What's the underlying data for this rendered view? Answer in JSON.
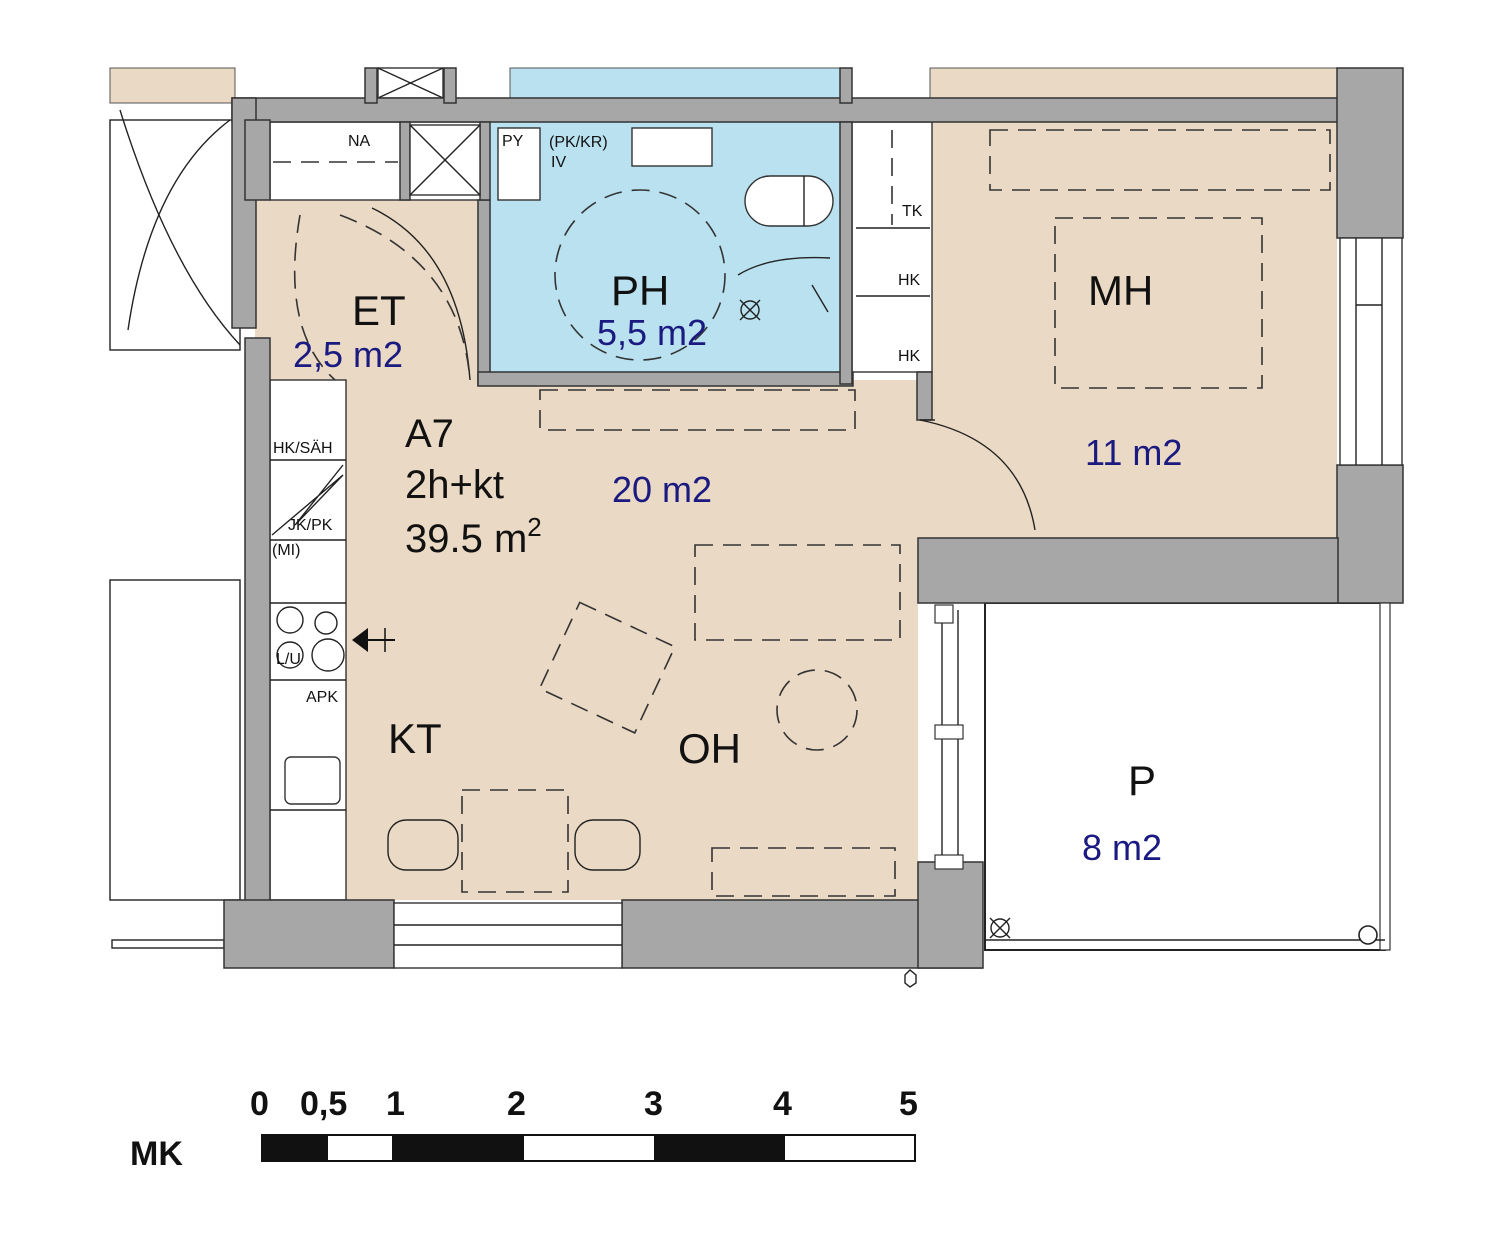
{
  "colors": {
    "room_fill": "#ead9c4",
    "bath_fill": "#b9e1ef",
    "wall_fill": "#a7a7a7",
    "area_text": "#1a1a80"
  },
  "apartment": {
    "code": "A7",
    "type": "2h+kt",
    "area_value": "39.5 m",
    "area_exp": "2"
  },
  "rooms": {
    "et": {
      "name": "ET",
      "area": "2,5 m2"
    },
    "ph": {
      "name": "PH",
      "area": "5,5 m2"
    },
    "mh": {
      "name": "MH",
      "area": "11 m2"
    },
    "kt": {
      "name": "KT"
    },
    "oh": {
      "name": "OH",
      "area": "20 m2"
    },
    "p": {
      "name": "P",
      "area": "8 m2"
    }
  },
  "fixtures": {
    "na": "NA",
    "py": "PY",
    "pk_kr": "(PK/KR)",
    "iv": "IV",
    "tk": "TK",
    "hk1": "HK",
    "hk2": "HK",
    "hk_sah": "HK/SÄH",
    "jk_pk": "JK/PK",
    "mi": "(MI)",
    "lu": "L/U",
    "apk": "APK"
  },
  "scale": {
    "label": "MK",
    "ticks": [
      "0",
      "0,5",
      "1",
      "2",
      "3",
      "4",
      "5"
    ]
  }
}
